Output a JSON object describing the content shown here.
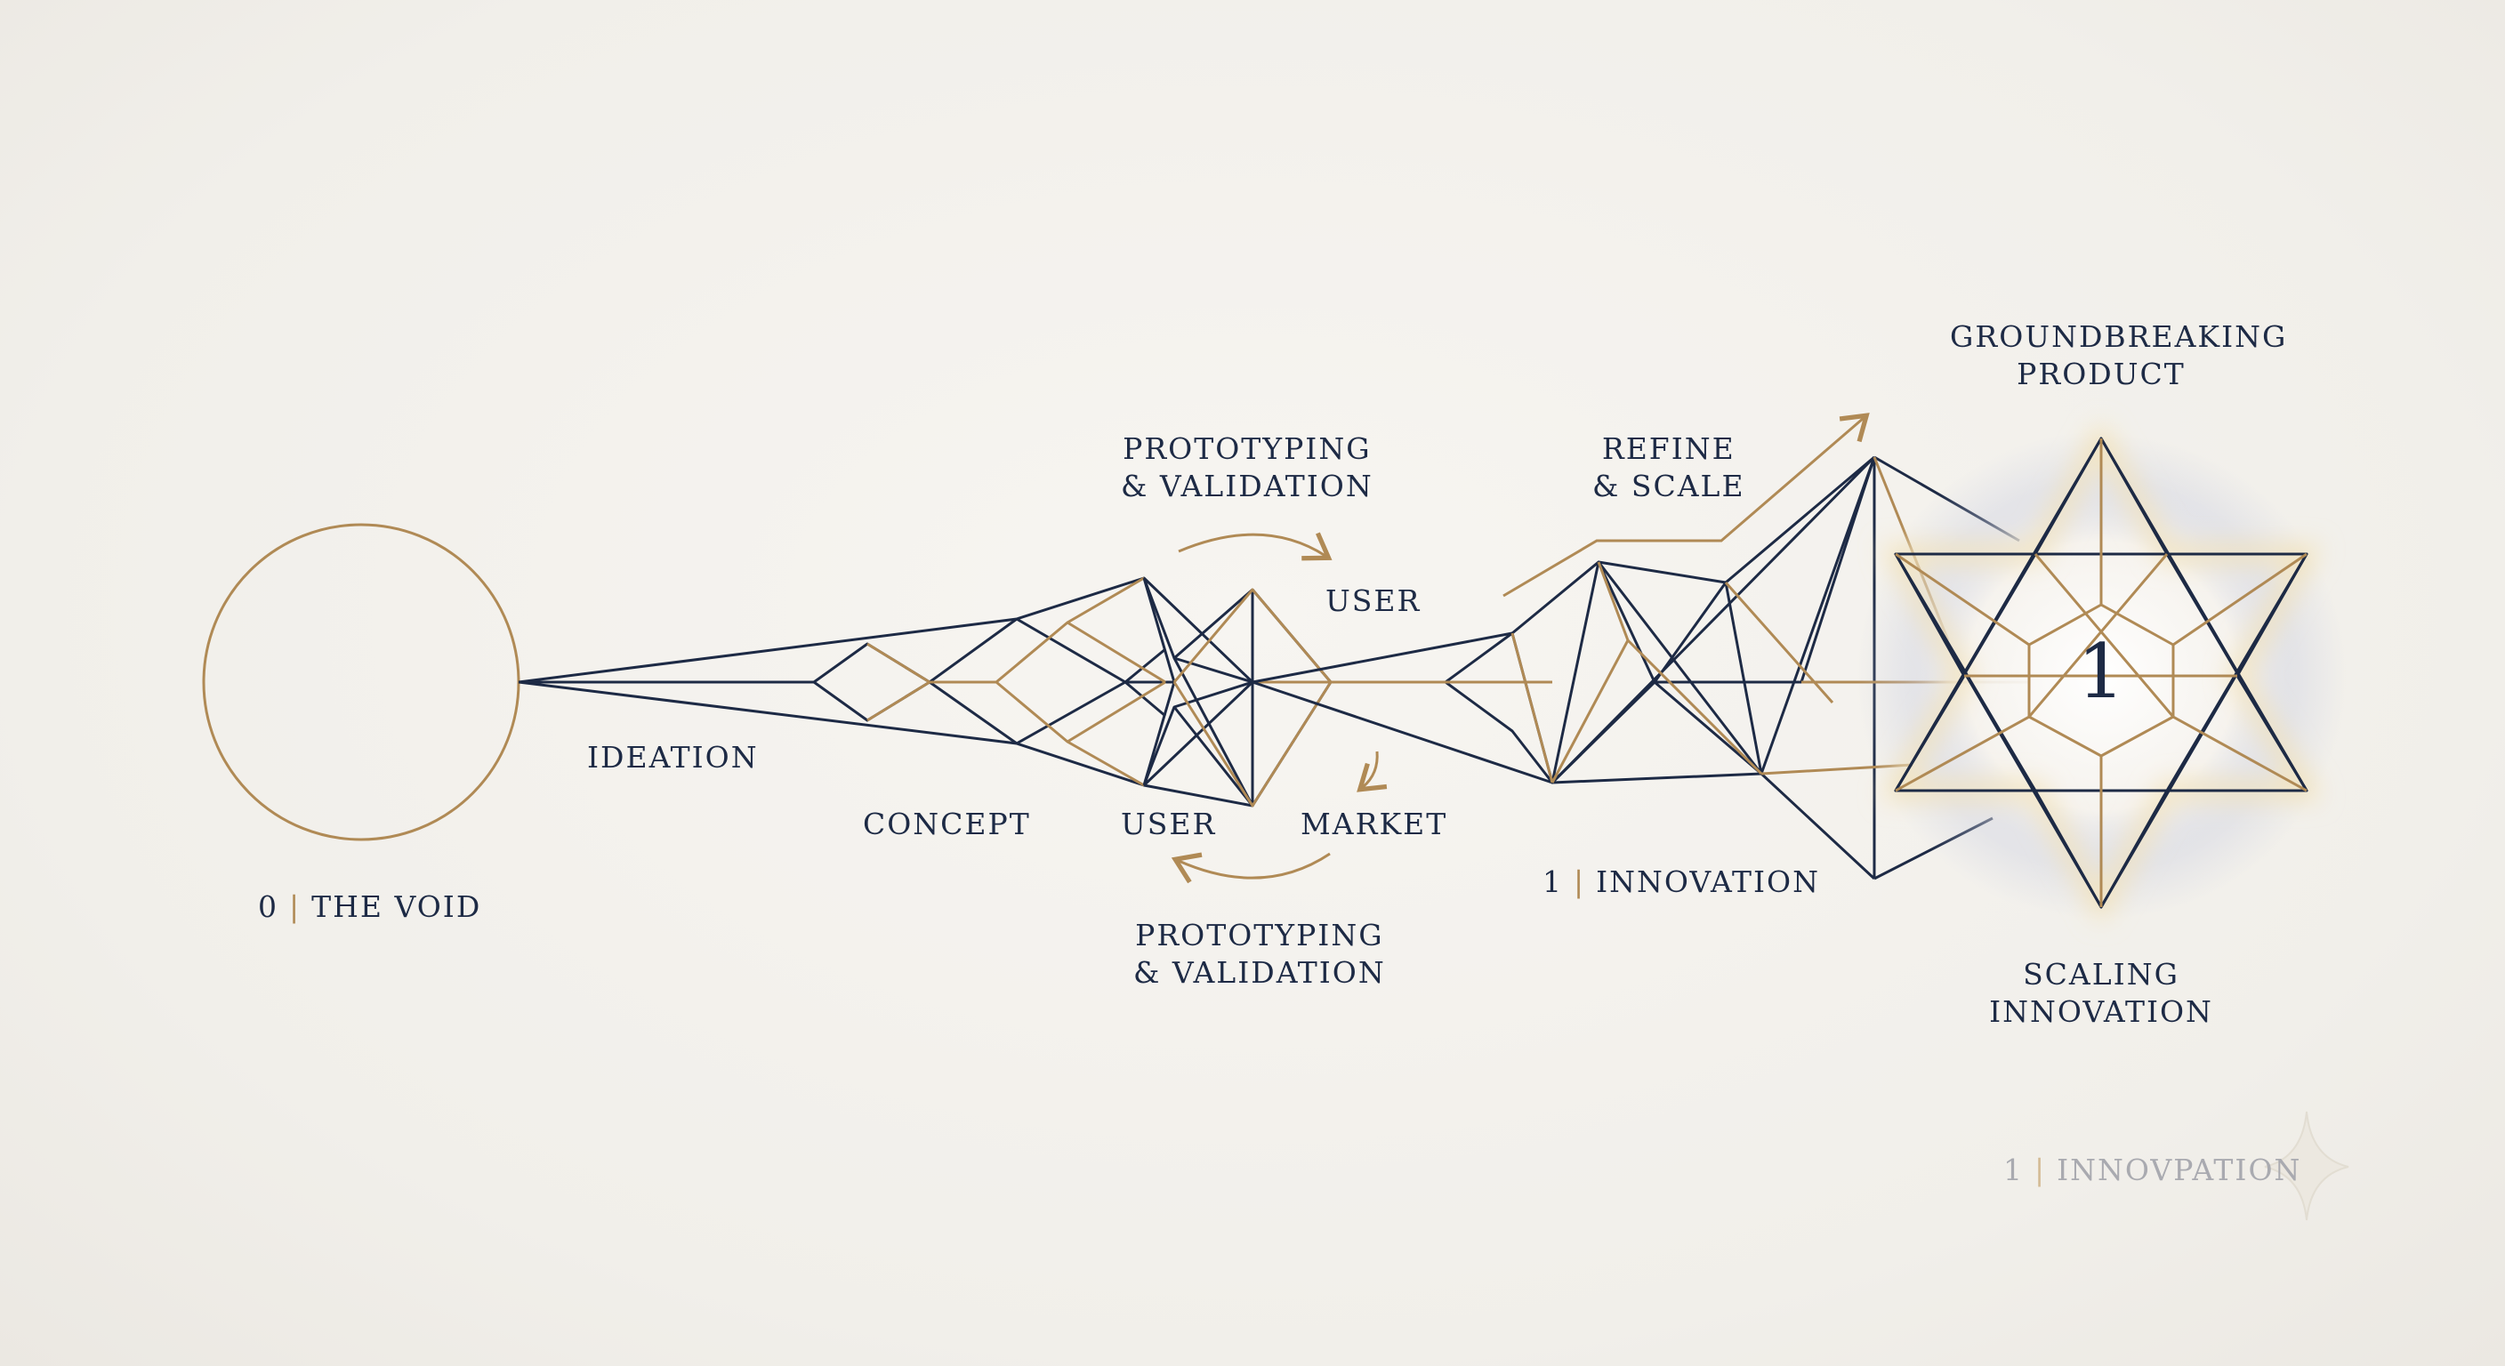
{
  "labels": {
    "void": {
      "num": "0",
      "text": "THE VOID"
    },
    "ideation": "IDEATION",
    "concept": "CONCEPT",
    "user_lower": "USER",
    "user_upper": "USER",
    "market": "MARKET",
    "proto_top": {
      "line1": "PROTOTYPING",
      "line2": "& VALIDATION"
    },
    "proto_bottom": {
      "line1": "PROTOTYPING",
      "line2": "& VALIDATION"
    },
    "refine": {
      "line1": "REFINE",
      "line2": "& SCALE"
    },
    "innovation": {
      "num": "1",
      "text": "INNOVATION"
    },
    "groundbreaking": {
      "line1": "GROUNDBREAKING",
      "line2": "PRODUCT"
    },
    "scaling": {
      "line1": "SCALING",
      "line2": "INNOVATION"
    },
    "star_number": "1",
    "footer": {
      "num": "1",
      "text": "INNOVPATION"
    }
  },
  "colors": {
    "navy": "#1d2a45",
    "gold": "#b08a55",
    "background": "#f1efea"
  }
}
